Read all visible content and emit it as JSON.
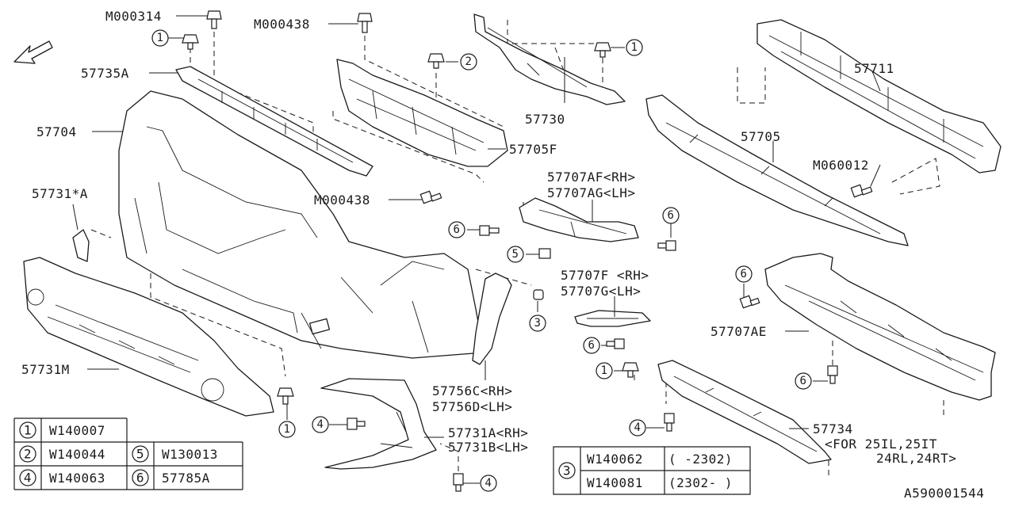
{
  "direction_label": "FRONT",
  "part_labels": {
    "m000314": "M000314",
    "m000438_top": "M000438",
    "p57735a": "57735A",
    "p57704": "57704",
    "p57730": "57730",
    "p57711": "57711",
    "p57705f": "57705F",
    "p57705": "57705",
    "m060012": "M060012",
    "p57731a_star": "57731*A",
    "m000438_mid": "M000438",
    "p57707af": "57707AF<RH>",
    "p57707ag": "57707AG<LH>",
    "p57707f": "57707F <RH>",
    "p57707g": "57707G<LH>",
    "p57707ae": "57707AE",
    "p57731m": "57731M",
    "p57756c": "57756C<RH>",
    "p57756d": "57756D<LH>",
    "p57731a": "57731A<RH>",
    "p57731b": "57731B<LH>",
    "p57734": "57734",
    "note_line1": "<FOR 25IL,25IT",
    "note_line2": "24RL,24RT>",
    "diagram_id": "A590001544"
  },
  "callouts": [
    "1",
    "2",
    "3",
    "4",
    "5",
    "6"
  ],
  "legend_left": [
    {
      "num": "1",
      "code": "W140007"
    },
    {
      "num": "2",
      "code": "W140044",
      "num2": "5",
      "code2": "W130013"
    },
    {
      "num": "4",
      "code": "W140063",
      "num2": "6",
      "code2": "57785A"
    }
  ],
  "legend_right": {
    "num": "3",
    "rows": [
      {
        "code": "W140062",
        "range": "( -2302)"
      },
      {
        "code": "W140081",
        "range": "(2302- )"
      }
    ]
  }
}
